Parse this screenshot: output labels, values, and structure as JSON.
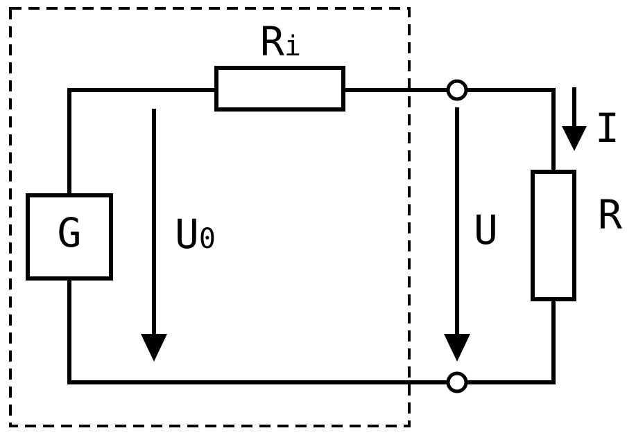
{
  "labels": {
    "source": "G",
    "internal_resistance_main": "R",
    "internal_resistance_sub": "i",
    "source_voltage_main": "U",
    "source_voltage_sub": "0",
    "terminal_voltage": "U",
    "current": "I",
    "load_resistance": "R"
  }
}
